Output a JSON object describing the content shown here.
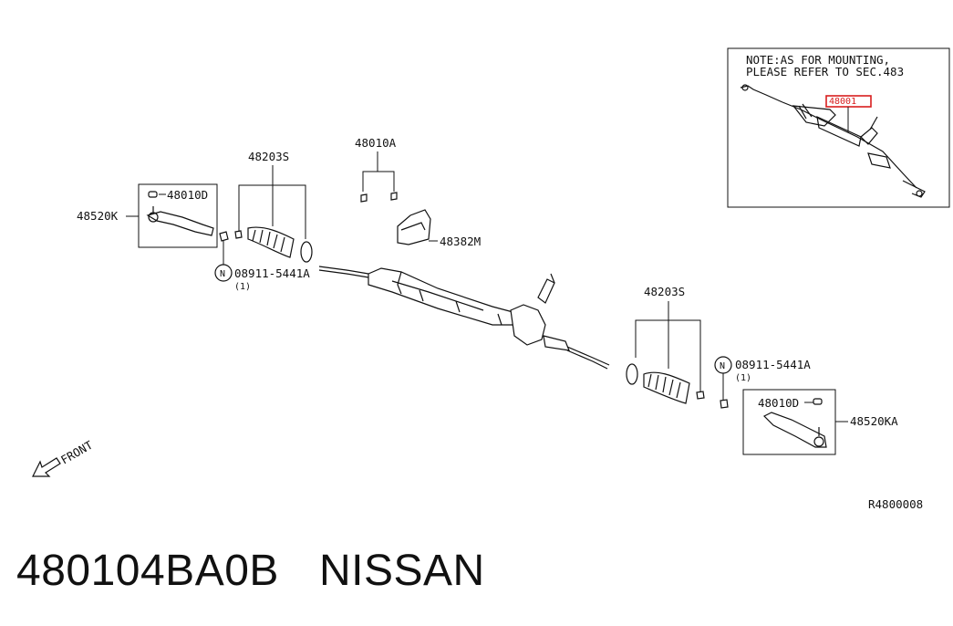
{
  "note": {
    "line1": "NOTE:AS FOR MOUNTING,",
    "line2": "PLEASE REFER TO SEC.483",
    "highlight_part": "48001"
  },
  "labels": {
    "tie_rod_end_left": "48520K",
    "lock_nut_left": "48010D",
    "boot_left": "48203S",
    "nut_set": "48010A",
    "bracket": "48382M",
    "nut_left_code": "08911-5441A",
    "nut_left_qty": "(1)",
    "n_mark": "N",
    "boot_right": "48203S",
    "nut_right_code": "08911-5441A",
    "nut_right_qty": "(1)",
    "lock_nut_right": "48010D",
    "tie_rod_end_right": "48520KA",
    "front": "FRONT",
    "diagram_ref": "R4800008"
  },
  "footer": {
    "part_number": "480104BA0B",
    "brand": "NISSAN"
  },
  "colors": {
    "highlight": "#d81e1e",
    "ink": "#111111"
  }
}
